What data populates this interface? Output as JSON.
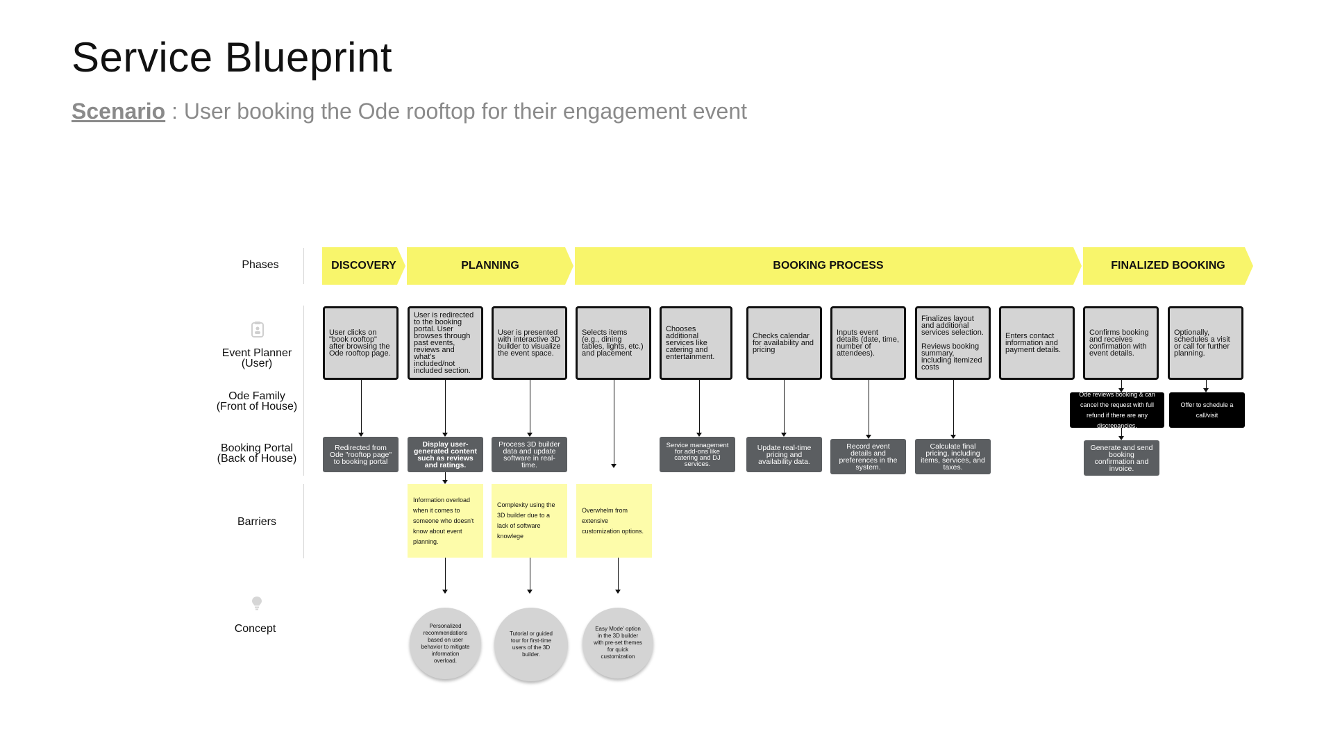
{
  "header": {
    "title": "Service Blueprint",
    "scenario_label": "Scenario",
    "scenario_text": " : User booking the Ode rooftop for their engagement event"
  },
  "rows": {
    "phases": "Phases",
    "user": "Event Planner\n(User)",
    "front": "Ode Family\n(Front of House)",
    "back": "Booking Portal\n(Back of House)",
    "barriers": "Barriers",
    "concept": "Concept"
  },
  "icons": {
    "user_row": "clipboard-icon",
    "concept_row": "lightbulb-icon"
  },
  "colors": {
    "phase": "#f8f56b",
    "action": "#d4d4d4",
    "front": "#000000",
    "back": "#5b5e61",
    "barrier": "#fdfcaa"
  },
  "phases": [
    "DISCOVERY",
    "PLANNING",
    "BOOKING PROCESS",
    "FINALIZED BOOKING"
  ],
  "actions": [
    "User clicks on \"book rooftop\" after browsing the Ode rooftop page.",
    "User is redirected to the booking portal. User browses through past events, reviews and what's included/not included section.",
    "User is presented with interactive 3D builder to visualize the event space.",
    "Selects items (e.g., dining tables, lights, etc.) and placement",
    "Chooses additional services like catering and entertainment.",
    "Checks calendar for availability and pricing",
    "Inputs event details (date, time, number of attendees).",
    "Finalizes layout and additional services selection.\n\nReviews booking summary, including itemized costs",
    "Enters contact information and payment details.",
    "Confirms booking and receives confirmation with event details.",
    "Optionally, schedules a visit or call for further planning."
  ],
  "front_of_house": [
    "Ode reviews booking & can cancel the request with full refund if there are any discrepancies.",
    "Offer to schedule a call/visit"
  ],
  "back_of_house": [
    "Redirected from Ode \"rooftop page\" to booking portal",
    "Display user-generated content such as reviews and ratings.",
    "Process 3D builder data and update software in real-time.",
    "Service management for add-ons like catering and DJ services.",
    "Update real-time pricing and availability data.",
    "Record event details and preferences in the system.",
    "Calculate final pricing, including items, services, and taxes.",
    "Generate and send booking confirmation and invoice."
  ],
  "barriers": [
    "Information overload when it comes to someone who doesn't know about event planning.",
    "Complexity using the 3D builder due to a lack of software knowlege",
    "Overwhelm from extensive customization options."
  ],
  "concepts": [
    "Personalized recommendations based on user behavior to mitigate information overload.",
    "Tutorial or guided tour for first-time users of the 3D builder.",
    "Easy Mode' option in the 3D builder with pre-set themes for quick customization"
  ]
}
